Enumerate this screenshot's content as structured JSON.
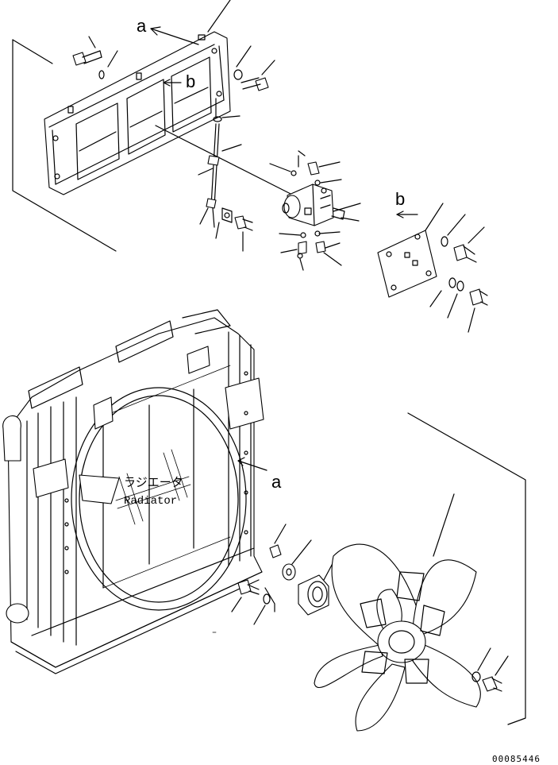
{
  "labels": {
    "view_a_top": "a",
    "view_b_top": "b",
    "view_b_right": "b",
    "view_a_mid": "a",
    "radiator_jp": "ラジエータ",
    "radiator_en": "Radiator"
  },
  "document_number": "00085446"
}
